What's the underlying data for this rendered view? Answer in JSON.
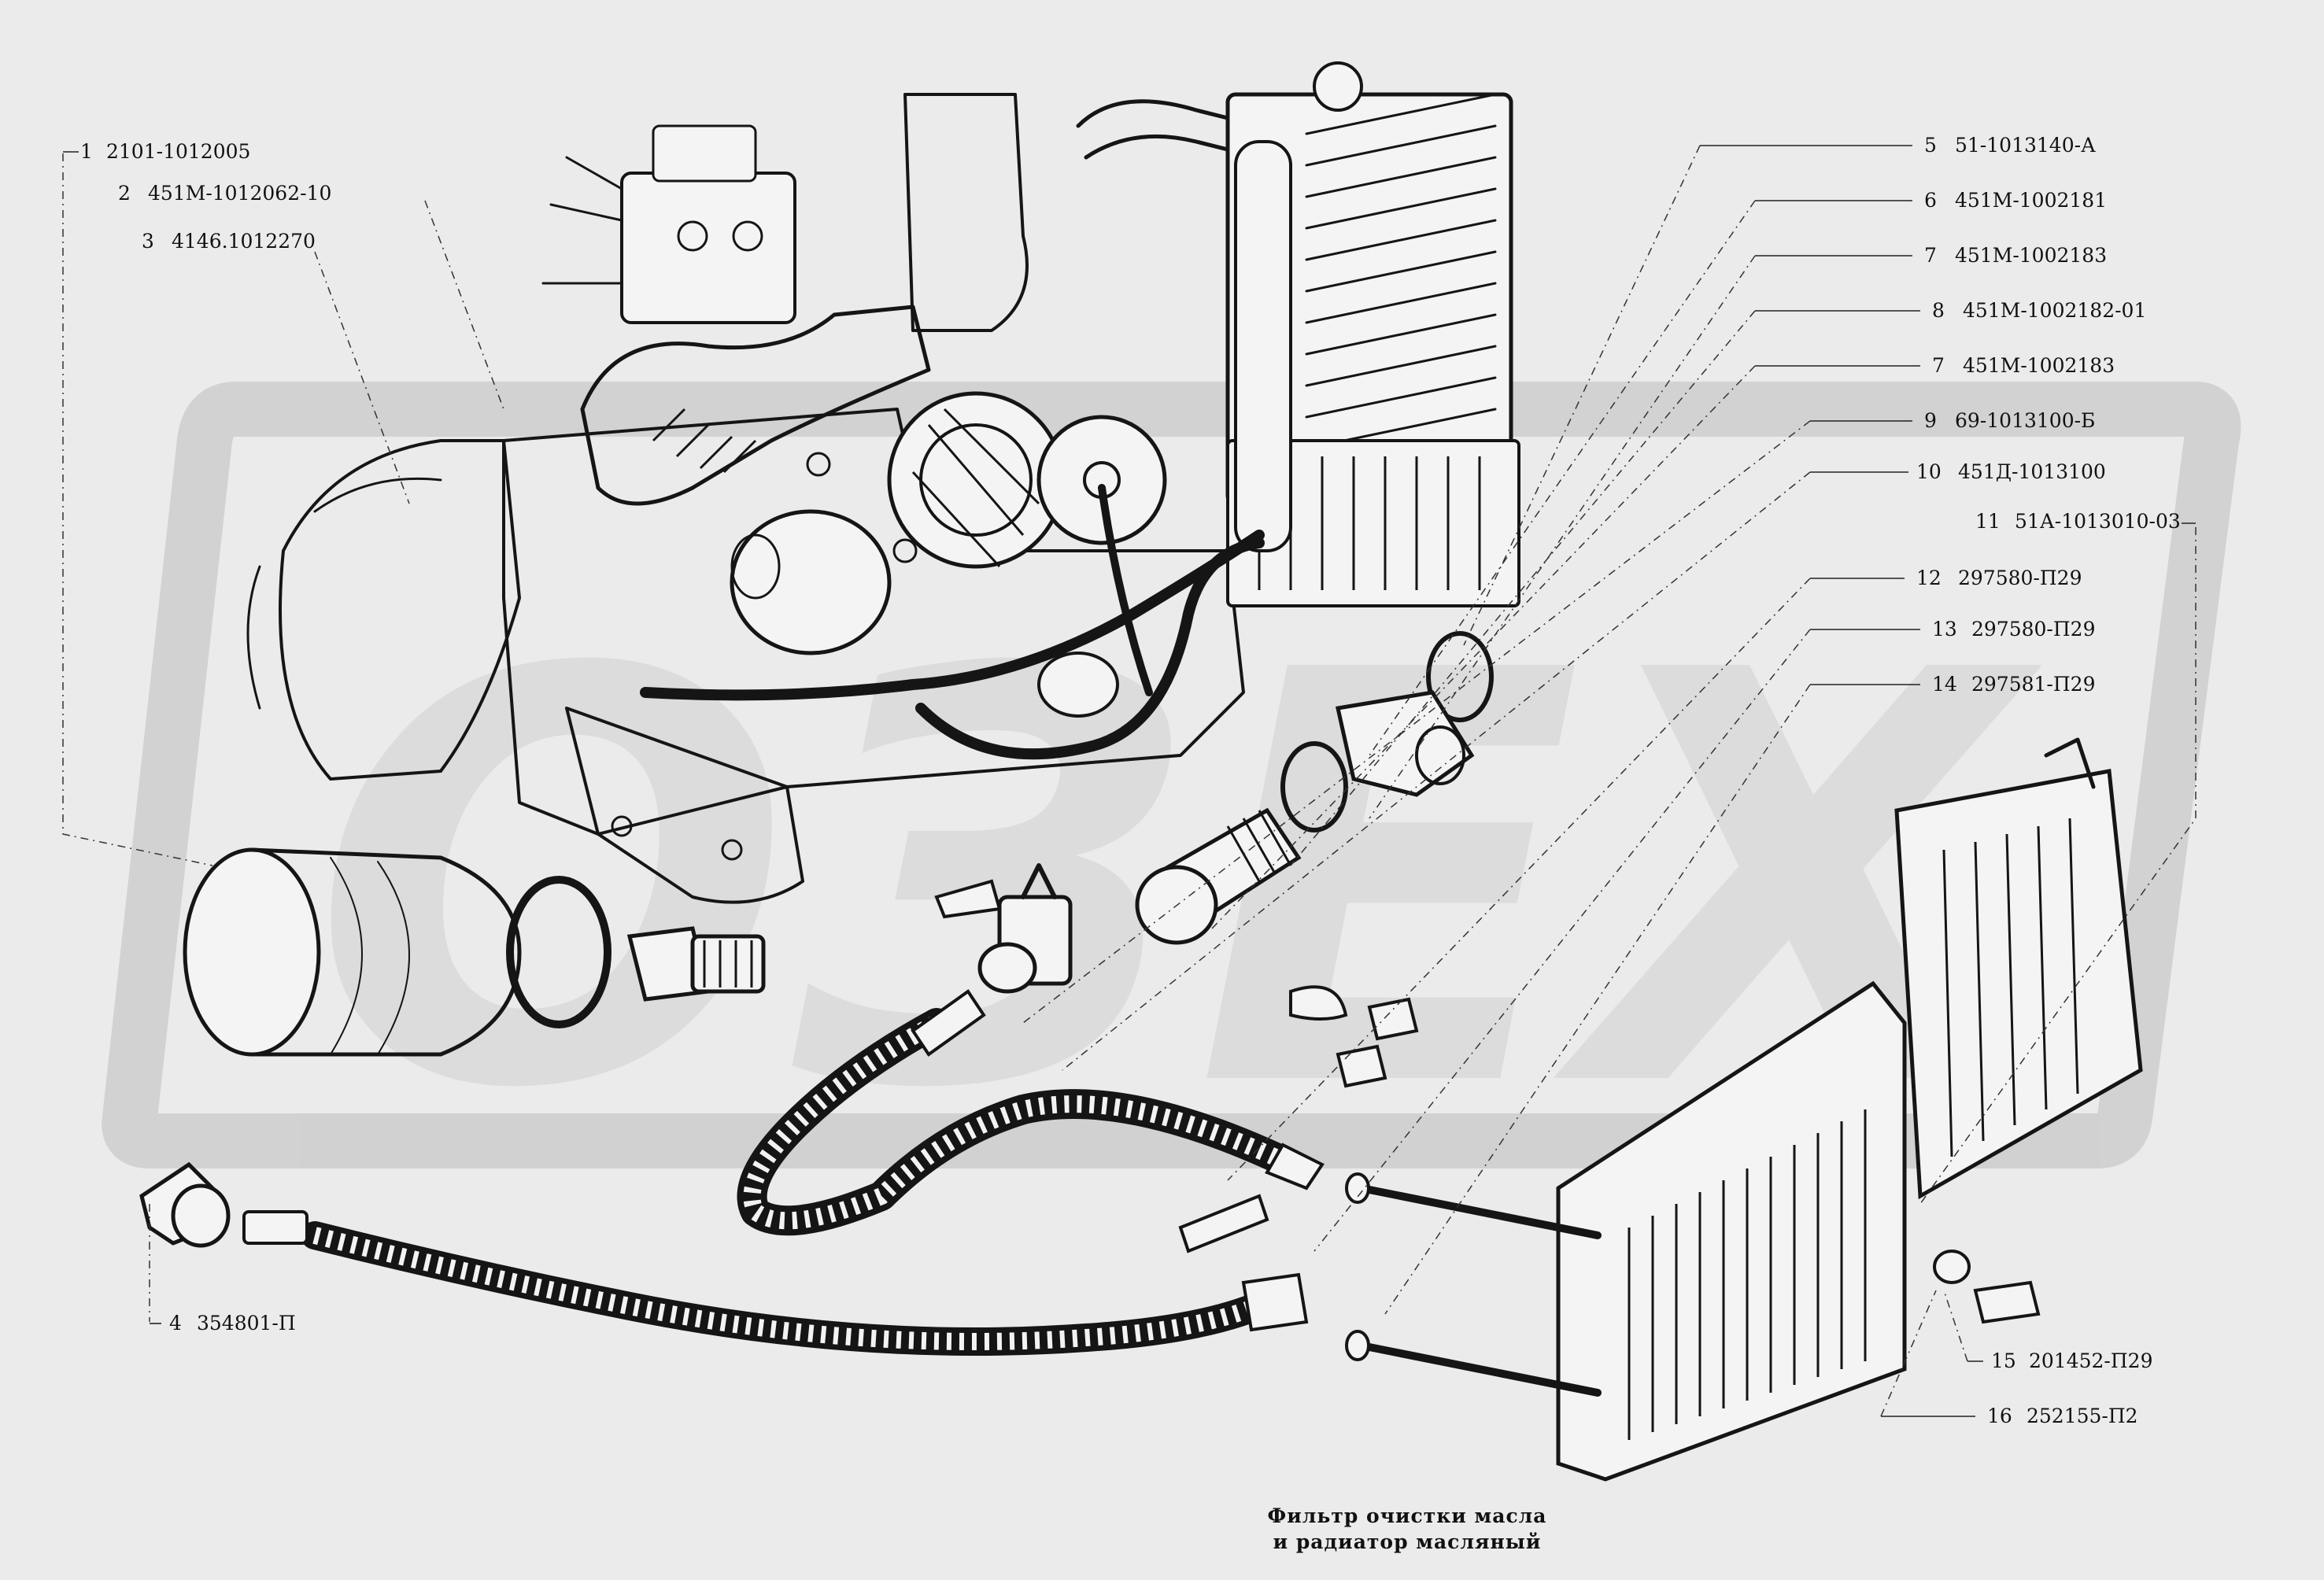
{
  "callouts": [
    {
      "num": "1",
      "part": "2101-1012005"
    },
    {
      "num": "2",
      "part": "451М-1012062-10"
    },
    {
      "num": "3",
      "part": "4146.1012270"
    },
    {
      "num": "4",
      "part": "354801-П"
    },
    {
      "num": "5",
      "part": "51-1013140-А"
    },
    {
      "num": "6",
      "part": "451М-1002181"
    },
    {
      "num": "7",
      "part": "451М-1002183"
    },
    {
      "num": "8",
      "part": "451М-1002182-01"
    },
    {
      "num": "7",
      "part": "451М-1002183"
    },
    {
      "num": "9",
      "part": "69-1013100-Б"
    },
    {
      "num": "10",
      "part": "451Д-1013100"
    },
    {
      "num": "11",
      "part": "51А-1013010-03"
    },
    {
      "num": "12",
      "part": "297580-П29"
    },
    {
      "num": "13",
      "part": "297580-П29"
    },
    {
      "num": "14",
      "part": "297581-П29"
    },
    {
      "num": "15",
      "part": "201452-П29"
    },
    {
      "num": "16",
      "part": "252155-П2"
    }
  ],
  "caption": {
    "line1": "Фильтр очистки масла",
    "line2": "и радиатор масляный"
  },
  "watermark": {
    "text": "ОЗЕХ",
    "color": "#c9c9c9"
  },
  "colors": {
    "ink": "#151515",
    "background": "#ebebeb"
  }
}
